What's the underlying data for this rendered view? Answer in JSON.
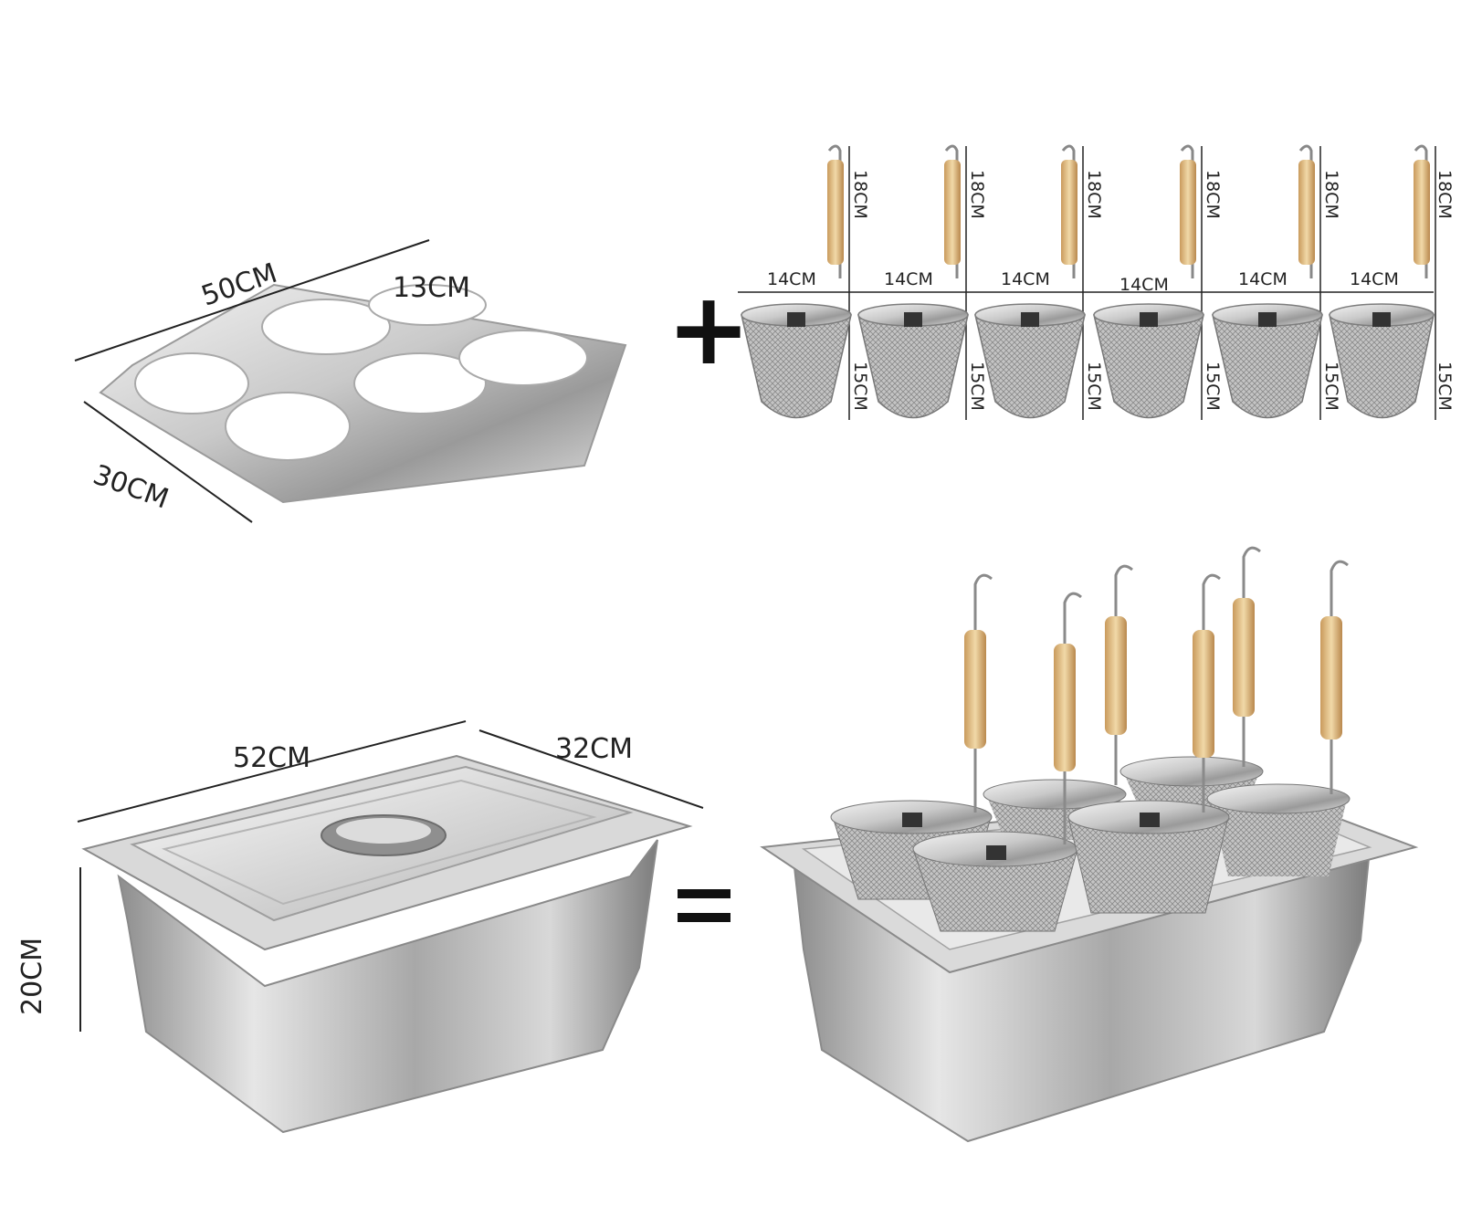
{
  "plate": {
    "length_label": "50CM",
    "width_label": "30CM",
    "hole_label": "13CM"
  },
  "plus_symbol": "+",
  "equals_symbol": "=",
  "baskets": {
    "count": 6,
    "handle_label": "18CM",
    "diameter_label": "14CM",
    "height_label": "15CM"
  },
  "pan": {
    "length_label": "52CM",
    "width_label": "32CM",
    "height_label": "20CM"
  }
}
